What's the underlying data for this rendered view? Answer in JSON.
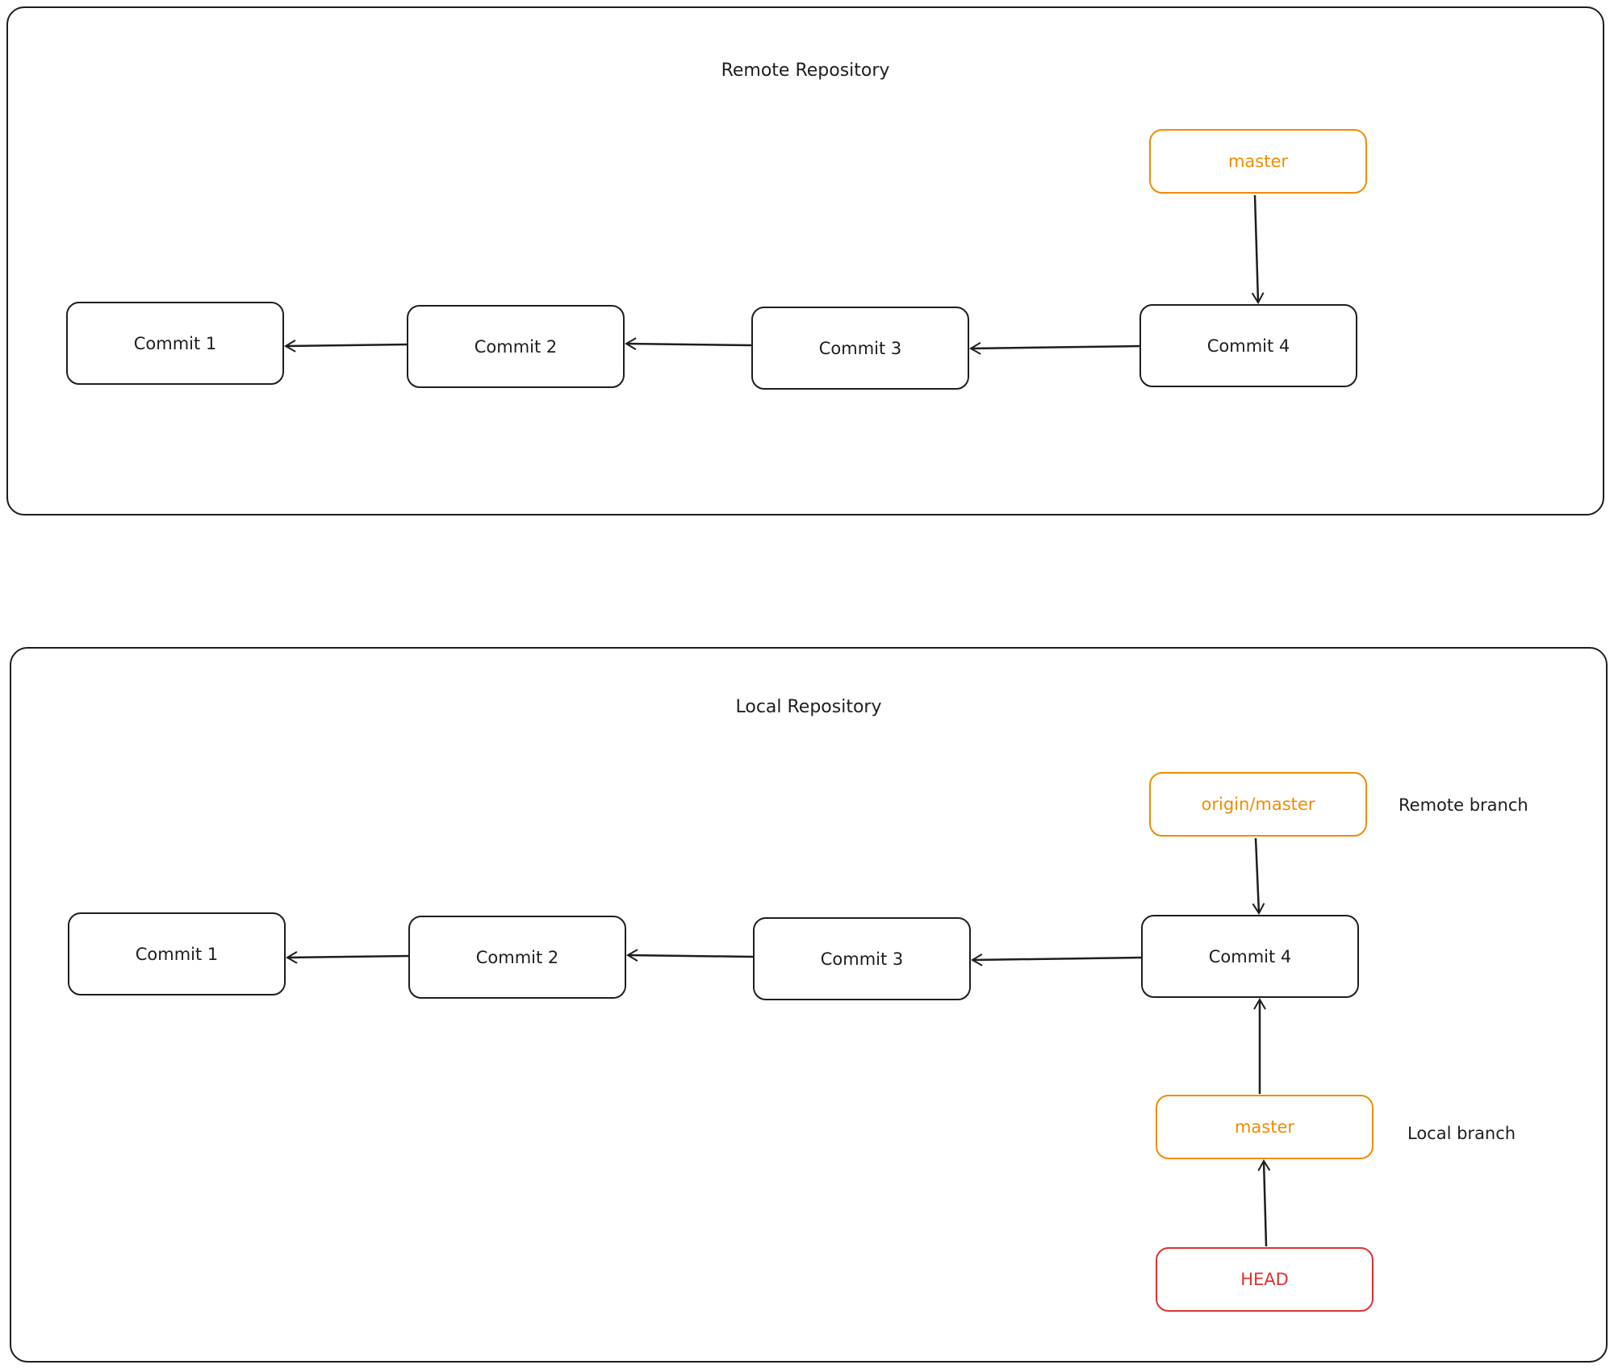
{
  "remote": {
    "title": "Remote Repository",
    "commits": [
      "Commit 1",
      "Commit 2",
      "Commit 3",
      "Commit 4"
    ],
    "branch": "master"
  },
  "local": {
    "title": "Local Repository",
    "commits": [
      "Commit 1",
      "Commit 2",
      "Commit 3",
      "Commit 4"
    ],
    "remote_branch": "origin/master",
    "remote_branch_label": "Remote branch",
    "local_branch": "master",
    "local_branch_label": "Local branch",
    "head": "HEAD"
  },
  "colors": {
    "stroke": "#1e1e1e",
    "branch": "#f08c00",
    "head": "#e03131"
  }
}
